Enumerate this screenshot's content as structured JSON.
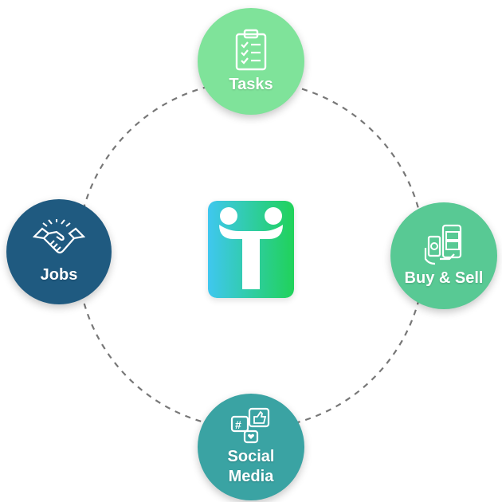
{
  "center_logo": {
    "icon": "people-t-logo-icon",
    "gradient_start": "#3fc7ef",
    "gradient_end": "#20d25a"
  },
  "ring": {
    "style": "dashed",
    "color": "#777777"
  },
  "nodes": {
    "tasks": {
      "label": "Tasks",
      "icon": "clipboard-checklist-icon",
      "color": "#7fe39a"
    },
    "buy_sell": {
      "label": "Buy & Sell",
      "icon": "cash-hand-icon",
      "color": "#58c994"
    },
    "jobs": {
      "label": "Jobs",
      "icon": "handshake-icon",
      "color": "#1f5a80"
    },
    "social_media": {
      "label_line1": "Social",
      "label_line2": "Media",
      "icon": "social-chat-icon",
      "color": "#3aa3a3"
    }
  }
}
